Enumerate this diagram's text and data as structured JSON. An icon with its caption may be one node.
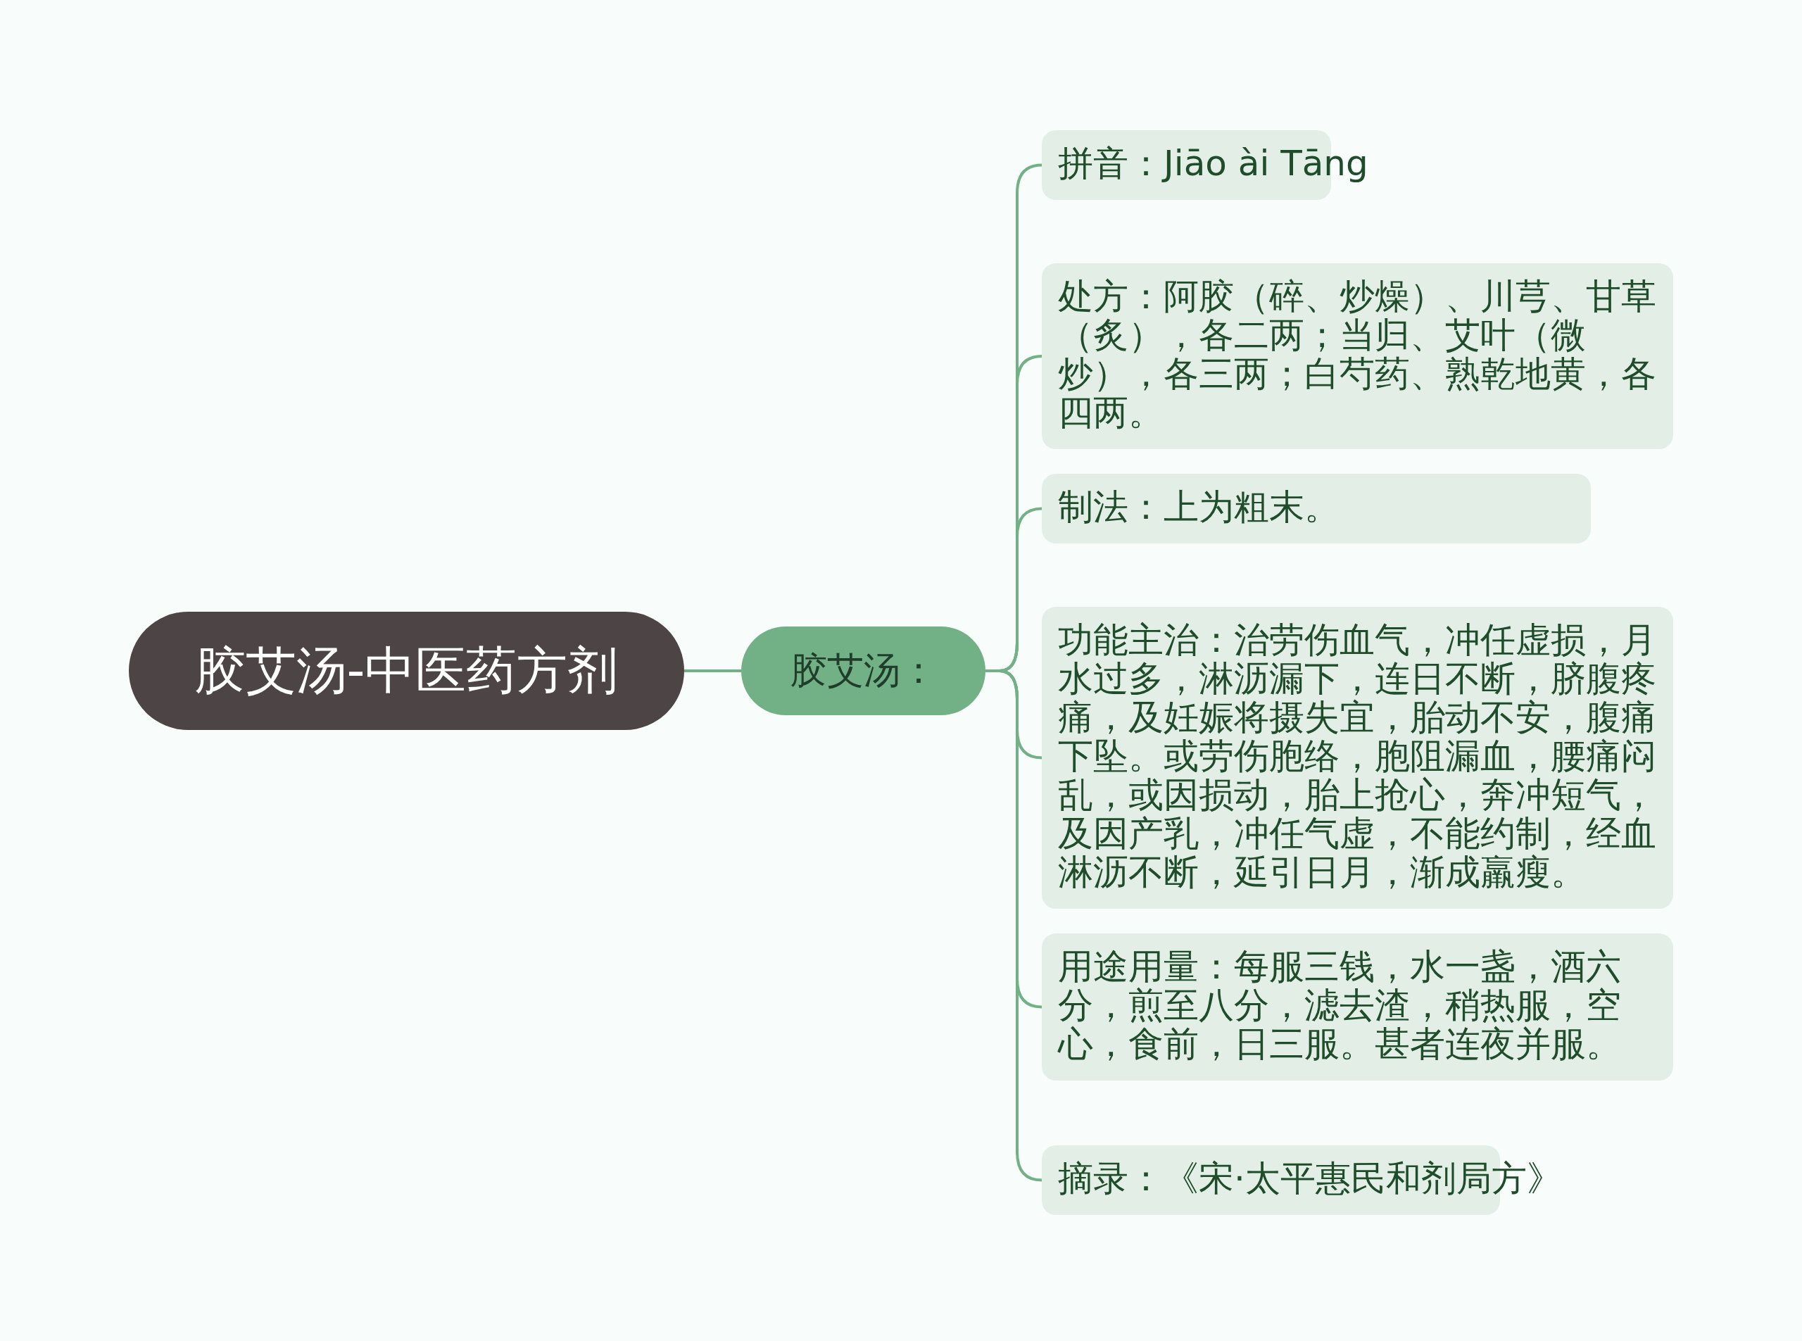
{
  "diagram": {
    "nodes": [
      {
        "text": [
          "胶艾汤-中医药方剂"
        ]
      },
      {
        "text": [
          "胶艾汤："
        ]
      },
      {
        "text": [
          "拼音：Jiāo ài Tāng"
        ]
      },
      {
        "text": [
          "处方：阿胶（碎、炒燥）、川芎、甘草（炙），各二两；当归、艾叶（微炒），各三两；白芍药、熟乾地黄，各四两。"
        ]
      },
      {
        "text": [
          "制法：上为粗末。"
        ]
      },
      {
        "text": [
          "功能主治：治劳伤血气，冲任虚损，月水过多，淋沥漏下，连日不断，脐腹疼痛，及妊娠将摄失宜，胎动不安，腹痛下坠。或劳伤胞络，胞阻漏血，腰痛闷乱，或因损动，胎上抢心，奔冲短气，及因产乳，冲任气虚，不能约制，经血淋沥不断，延引日月，渐成羸瘦。"
        ]
      },
      {
        "text": [
          "用途用量：每服三钱，水一盏，酒六分，煎至八分，滤去渣，稍热服，空心，食前，日三服。甚者连夜并服。"
        ]
      },
      {
        "text": [
          "摘录：《宋·太平惠民和剂局方》"
        ]
      }
    ],
    "edges": [
      {
        "from": 0,
        "to": 1,
        "arrow": "none"
      },
      {
        "from": 1,
        "to": 2,
        "arrow": "none"
      },
      {
        "from": 1,
        "to": 3,
        "arrow": "none"
      },
      {
        "from": 1,
        "to": 4,
        "arrow": "none"
      },
      {
        "from": 1,
        "to": 5,
        "arrow": "none"
      },
      {
        "from": 1,
        "to": 6,
        "arrow": "none"
      },
      {
        "from": 1,
        "to": 7,
        "arrow": "none"
      }
    ]
  }
}
